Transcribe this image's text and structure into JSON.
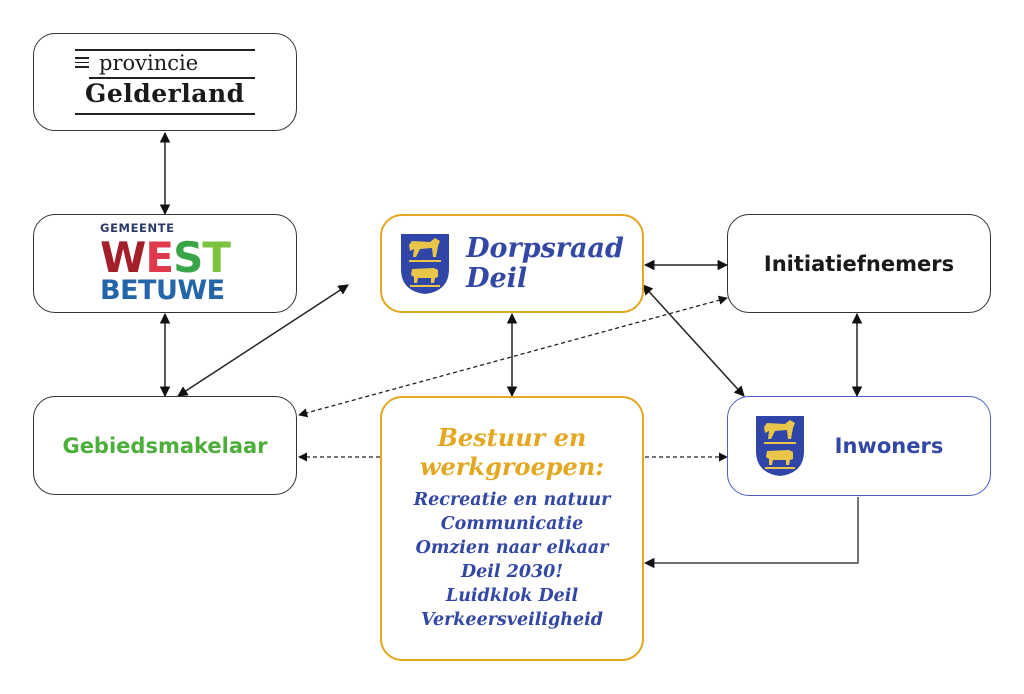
{
  "nodes": {
    "provincie": {
      "line1": "provincie",
      "line2": "Gelderland"
    },
    "gemeente": {
      "line1": "GEMEENTE",
      "west": [
        "W",
        "E",
        "S",
        "T"
      ],
      "line3": "BETUWE"
    },
    "dorpsraad": {
      "line1": "Dorpsraad",
      "line2": "Deil"
    },
    "initiatiefnemers": {
      "label": "Initiatiefnemers"
    },
    "gebiedsmakelaar": {
      "label": "Gebiedsmakelaar"
    },
    "bestuur": {
      "heading1": "Bestuur en",
      "heading2": "werkgroepen:",
      "items": [
        "Recreatie en natuur",
        "Communicatie",
        "Omzien naar elkaar",
        "Deil 2030!",
        "Luidklok Deil",
        "Verkeersveiligheid"
      ]
    },
    "inwoners": {
      "label": "Inwoners"
    }
  },
  "edges": [
    {
      "from": "provincie",
      "to": "gemeente",
      "style": "solid",
      "direction": "both"
    },
    {
      "from": "gemeente",
      "to": "gebiedsmakelaar",
      "style": "solid",
      "direction": "both"
    },
    {
      "from": "gebiedsmakelaar",
      "to": "dorpsraad",
      "style": "solid",
      "direction": "both"
    },
    {
      "from": "dorpsraad",
      "to": "bestuur",
      "style": "solid",
      "direction": "both"
    },
    {
      "from": "dorpsraad",
      "to": "initiatiefnemers",
      "style": "solid",
      "direction": "both"
    },
    {
      "from": "dorpsraad",
      "to": "inwoners",
      "style": "solid",
      "direction": "both"
    },
    {
      "from": "initiatiefnemers",
      "to": "inwoners",
      "style": "solid",
      "direction": "both"
    },
    {
      "from": "initiatiefnemers",
      "to": "gebiedsmakelaar",
      "style": "dashed",
      "direction": "both"
    },
    {
      "from": "bestuur",
      "to": "gebiedsmakelaar",
      "style": "dashed",
      "direction": "forward"
    },
    {
      "from": "bestuur",
      "to": "inwoners",
      "style": "dashed",
      "direction": "forward"
    },
    {
      "from": "inwoners",
      "to": "bestuur",
      "style": "solid",
      "direction": "forward"
    }
  ],
  "colors": {
    "gold": "#e3a722",
    "blue": "#3347a5",
    "green": "#4cae3b",
    "dark": "#1a1a1a",
    "shield_blue": "#2f46a8",
    "shield_gold": "#e9c54a"
  }
}
